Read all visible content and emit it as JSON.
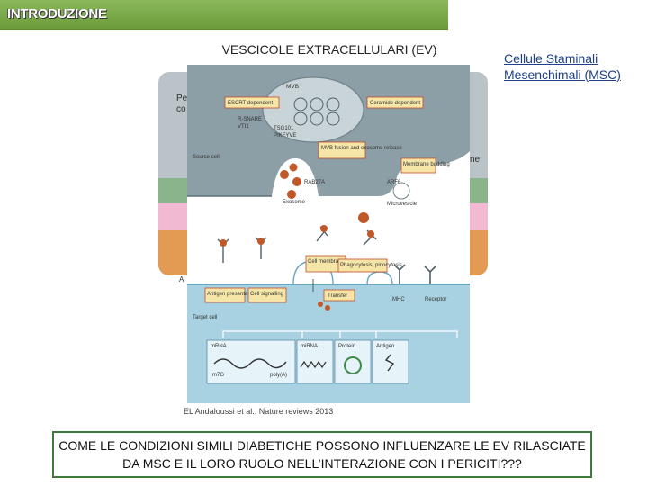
{
  "slide": {
    "header": "INTRODUZIONE",
    "figure_title": "VESCICOLE EXTRACELLULARI (EV)",
    "msc_label": "Cellule Staminali Mesenchimali (MSC)",
    "citation": "EL Andaloussi et al., Nature reviews 2013",
    "question": "COME LE CONDIZIONI SIMILI DIABETICHE POSSONO INFLUENZARE LE EV RILASCIATE DA MSC E IL LORO RUOLO NELL’INTERAZIONE CON I PERICITI???"
  },
  "background_figure": {
    "left_fragment_1": "Pe",
    "left_fragment_2": "co",
    "right_fragment": "ne",
    "corner_label": "A"
  },
  "figure": {
    "mvb": "MVB",
    "escrt": "ESCRT dependent",
    "ceramide": "Ceramide dependent",
    "rsnare": "R-SNARE",
    "vti": "VTI1",
    "tsg101": "TSG101",
    "pikfyve": "PIKFYVE",
    "fusion": "MVB fusion and exosome release",
    "source_cell": "Source cell",
    "rab27": "RAB27A",
    "arf6": "ARF6",
    "membrane_budding": "Membrane budding",
    "exosome": "Exosome",
    "microvesicle": "Microvesicle",
    "cell_membrane_fusion": "Cell membrane fusion",
    "phagocytosis": "Phagocytosis, pinocytosis",
    "antigen_presentation": "Antigen presentation",
    "cell_signalling": "Cell signalling",
    "transfer": "Transfer",
    "mhc": "MHC",
    "receptor": "Receptor",
    "target_cell": "Target cell",
    "mrna": "mRNA",
    "m7g": "m7G",
    "polya": "poly(A)",
    "mirna": "miRNA",
    "protein": "Protein",
    "antigen": "Antigen"
  },
  "colors": {
    "header": "#7aa84a",
    "source_cell": "#8c9ea6",
    "target_cell": "#a8d2e2",
    "vesicle": "#c0582a",
    "label_box": "#f5e6a8",
    "question_border": "#3f7a3a"
  }
}
